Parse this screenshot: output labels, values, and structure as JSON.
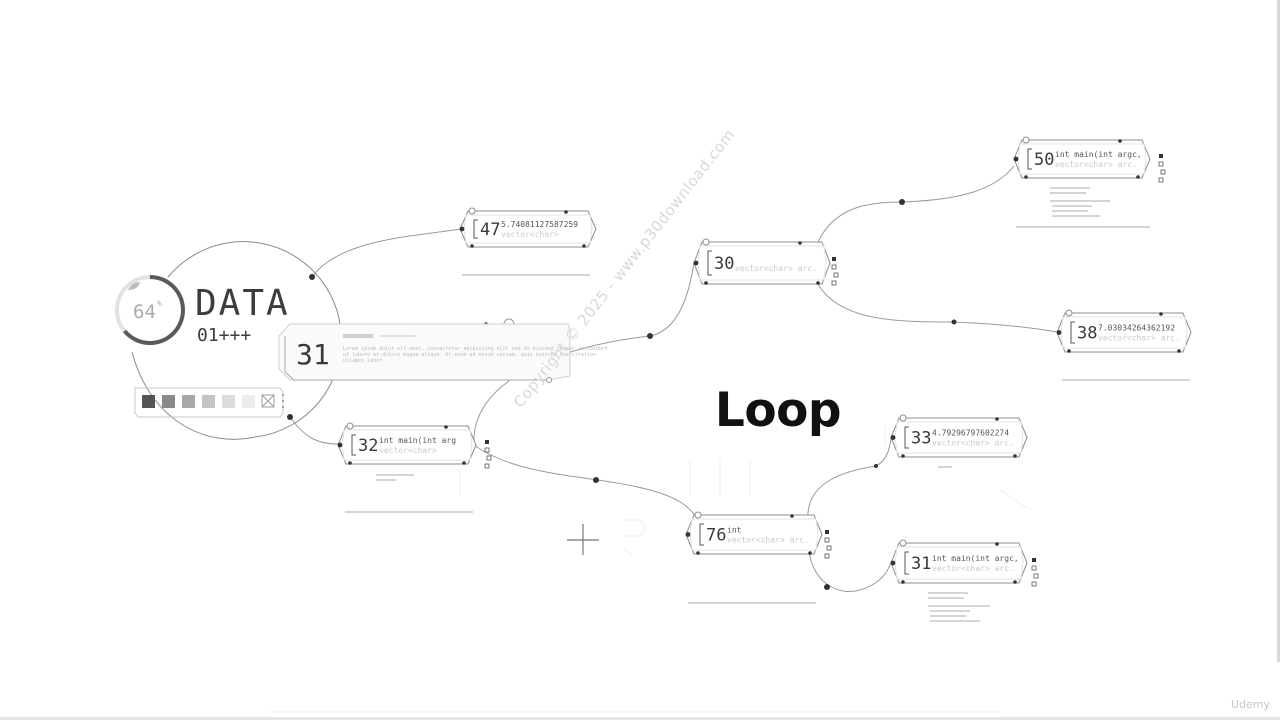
{
  "title": "Loop",
  "watermark": "Copyright © 2025 - www.p30download.com",
  "brand": "Udemy",
  "hub": {
    "progress_value": 64,
    "progress_label": "64",
    "progress_unit": "%",
    "heading": "DATA",
    "subheading": "01+++"
  },
  "info_card": {
    "number": "31",
    "lines": [
      "Lorem ipsum dolor sit amet, consectetur adipiscing elit sed do eiusmod tempor incididunt",
      "ut labore et dolore magna aliqua. Ut enim ad minim veniam, quis nostrud exercitation",
      "ullamco labor."
    ]
  },
  "nodes": [
    {
      "number": "47",
      "code": "5.74081127587259",
      "sub": "vector<char>"
    },
    {
      "number": "32",
      "code": "int main(int arg",
      "sub": "vector<char>"
    },
    {
      "number": "30",
      "code": "",
      "sub": "vector<char> arc."
    },
    {
      "number": "50",
      "code": "int main(int argc,",
      "sub": "vector<char> arc."
    },
    {
      "number": "38",
      "code": "7.03034264362192",
      "sub": "vector<char> arc."
    },
    {
      "number": "76",
      "code": "int",
      "sub": "vector<char> arc."
    },
    {
      "number": "33",
      "code": "4.79296797602274",
      "sub": "vector<char> arc."
    },
    {
      "number": "31",
      "code": "int main(int argc,",
      "sub": "vector<char> arc."
    }
  ],
  "colors": {
    "line": "#9a9a9a",
    "frame": "#8c8c8c",
    "dot": "#333333",
    "swatches": [
      "#555555",
      "#8a8a8a",
      "#a8a8a8",
      "#c4c4c4",
      "#dcdcdc",
      "#ececec"
    ]
  }
}
